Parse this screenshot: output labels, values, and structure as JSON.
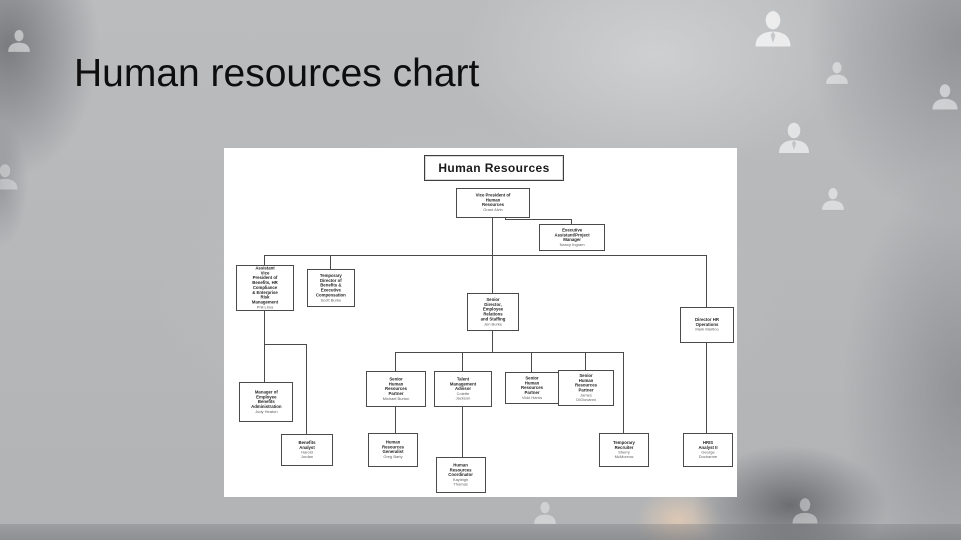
{
  "slide": {
    "title": "Human resources chart"
  },
  "colors": {
    "slide_background": "#b9bbbd",
    "panel_background": "#ffffff",
    "connector": "#4a4a4a",
    "title_text": "#0e0e0e"
  },
  "org_chart": {
    "heading": "Human Resources",
    "nodes": [
      {
        "id": "vp",
        "title": "Vice President of Human Resources",
        "name": "Grant Alvin",
        "reports_to": null
      },
      {
        "id": "exec",
        "title": "Executive Assistant/Project Manager",
        "name": "Nancy Ingram",
        "reports_to": "vp"
      },
      {
        "id": "avp",
        "title": "Assistant Vice President of Benefits, HR Compliance & Enterprise Risk Management",
        "name": "Phil Lima",
        "reports_to": "vp"
      },
      {
        "id": "tempdir",
        "title": "Temporary Director of Benefits & Executive Compensation",
        "name": "Scott Burke",
        "reports_to": "vp"
      },
      {
        "id": "srdir",
        "title": "Senior Director, Employee Relations and Staffing",
        "name": "Jen Burke",
        "reports_to": "vp"
      },
      {
        "id": "dirops",
        "title": "Director HR Operations",
        "name": "Mark Martino",
        "reports_to": "vp"
      },
      {
        "id": "mgr",
        "title": "Manager of Employee Benefits Administration",
        "name": "Judy Heaton",
        "reports_to": "avp"
      },
      {
        "id": "ban",
        "title": "Benefits Analyst",
        "name": "Harold Jordan",
        "reports_to": "avp"
      },
      {
        "id": "shrp1",
        "title": "Senior Human Resources Partner",
        "name": "Michael Burton",
        "reports_to": "srdir"
      },
      {
        "id": "tma",
        "title": "Talent Management Advisor",
        "name": "Colette Jackson",
        "reports_to": "srdir"
      },
      {
        "id": "shrp2",
        "title": "Senior Human Resources Partner",
        "name": "Vicki Harris",
        "reports_to": "srdir"
      },
      {
        "id": "shrp3",
        "title": "Senior Human Resources Partner",
        "name": "James\nDiGiovanni",
        "reports_to": "srdir"
      },
      {
        "id": "gen",
        "title": "Human Resources Generalist",
        "name": "Greg Barty",
        "reports_to": "shrp1"
      },
      {
        "id": "coord",
        "title": "Human Resources Coordinator",
        "name": "Kayleigh\nThomas",
        "reports_to": "tma"
      },
      {
        "id": "recr",
        "title": "Temporary Recruiter",
        "name": "Sherry\nMcMorrow",
        "reports_to": "srdir"
      },
      {
        "id": "hris",
        "title": "HRIS Analyst II",
        "name": "George\nDucharme",
        "reports_to": "dirops"
      }
    ]
  }
}
